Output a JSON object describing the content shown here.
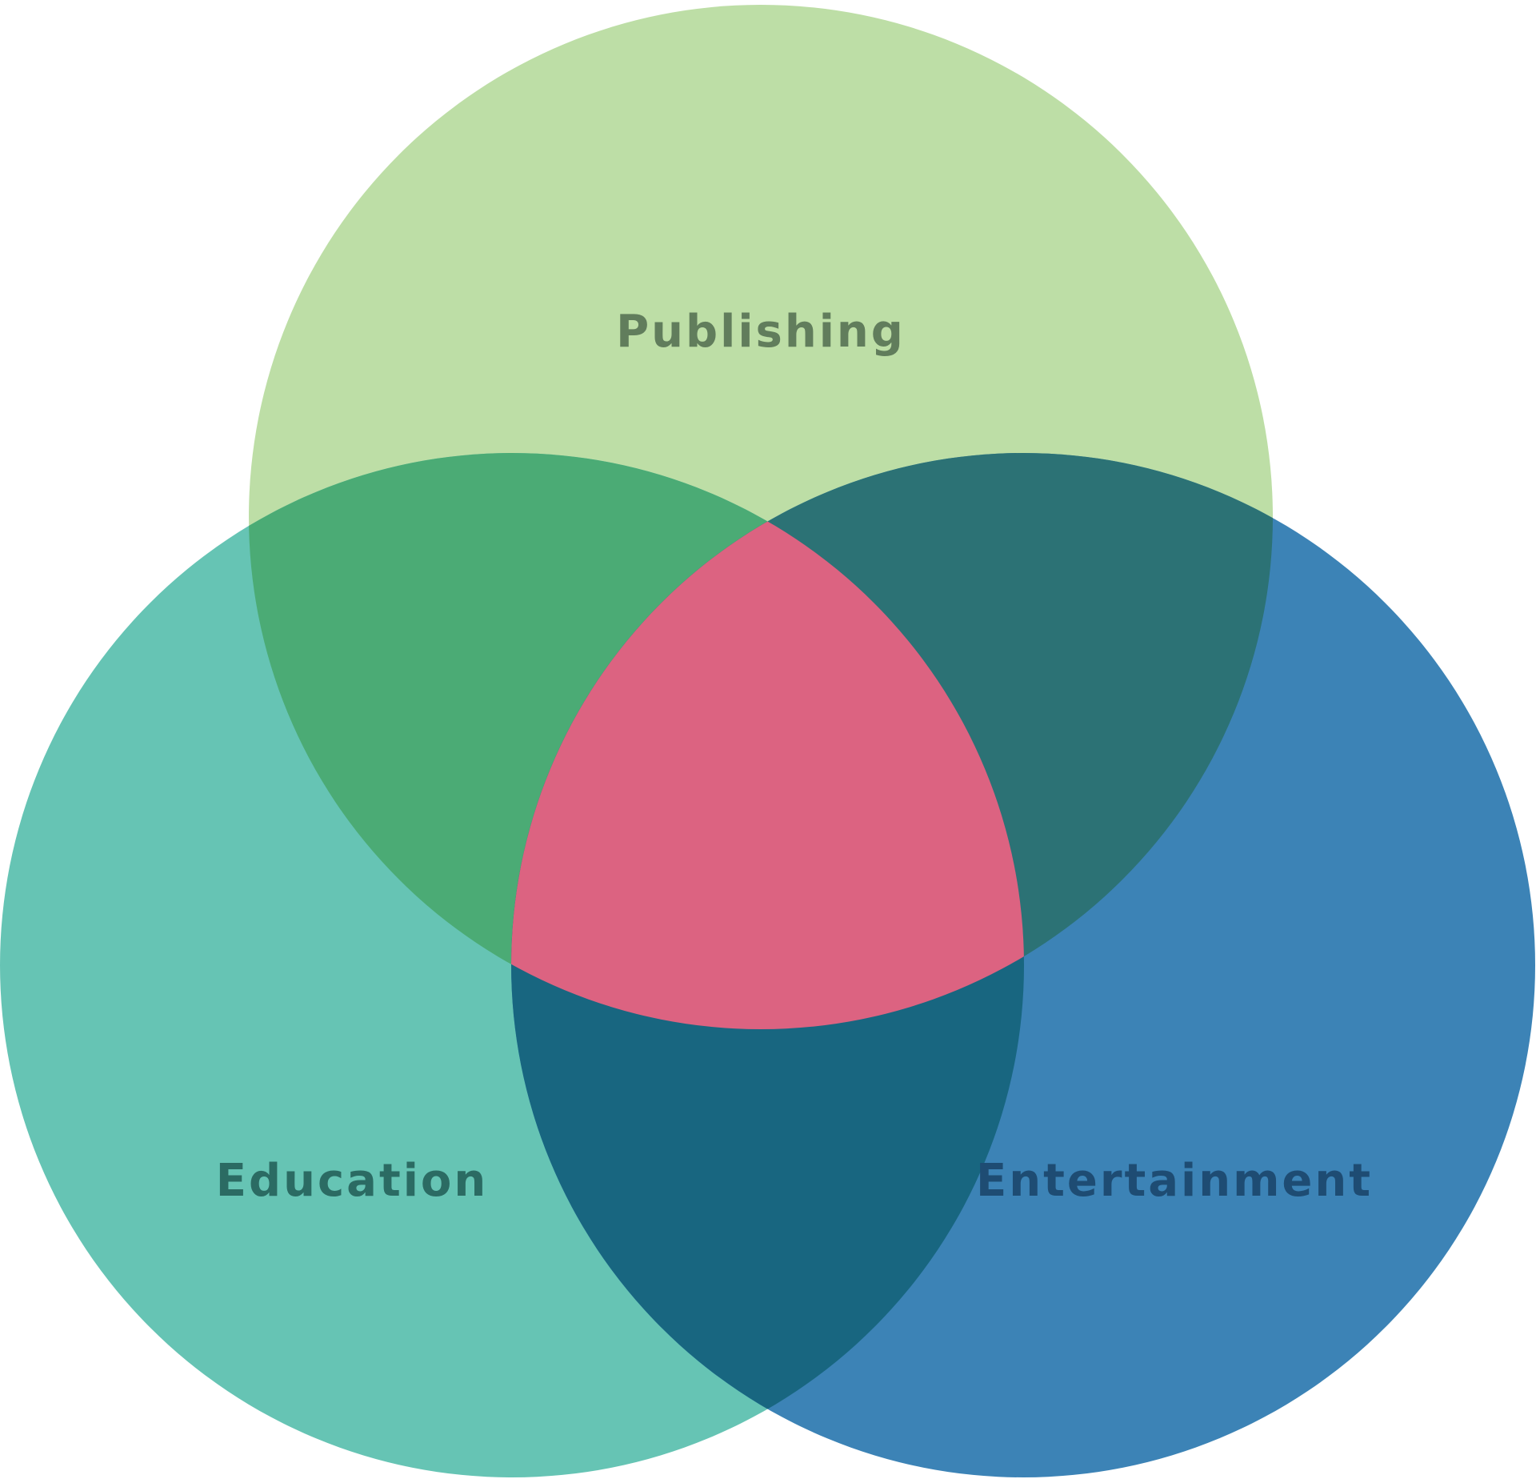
{
  "diagram": {
    "type": "venn-3",
    "sets": [
      {
        "id": "publishing",
        "label": "Publishing",
        "fill": "#bddea6",
        "label_color": "#617d5c"
      },
      {
        "id": "education",
        "label": "Education",
        "fill": "#66c4b4",
        "label_color": "#2b6b63"
      },
      {
        "id": "entertainment",
        "label": "Entertainment",
        "fill": "#3c83b6",
        "label_color": "#1e4c73"
      }
    ],
    "overlaps": {
      "publishing_education": "#4bab75",
      "publishing_entertainment": "#2c7275",
      "education_entertainment": "#186680",
      "all_three": "#dc6381"
    }
  }
}
